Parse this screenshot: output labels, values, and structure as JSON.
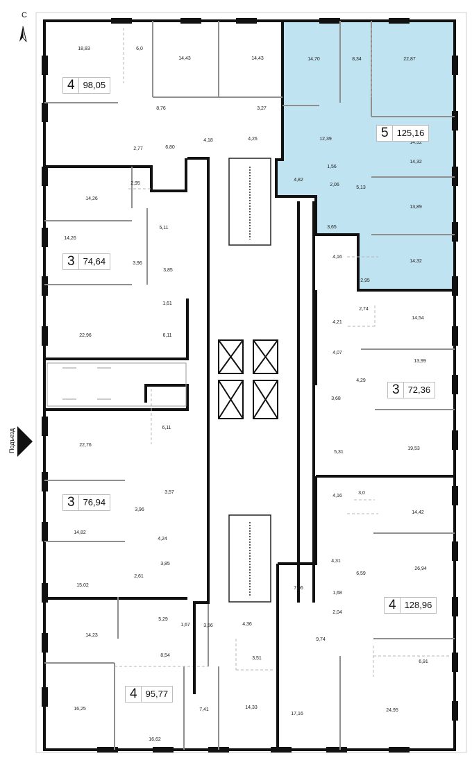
{
  "compass": {
    "letter": "С",
    "icon": "north-arrow-icon"
  },
  "entrance": {
    "label": "Подъезд",
    "icon": "entrance-arrow-icon"
  },
  "colors": {
    "highlight": "#c0e3f1",
    "wall": "#111111",
    "room_line": "#9a9a9a"
  },
  "apartments": [
    {
      "id": "apt-4-98",
      "rooms": "4",
      "area": "98,05",
      "highlighted": false
    },
    {
      "id": "apt-5-125",
      "rooms": "5",
      "area": "125,16",
      "highlighted": true
    },
    {
      "id": "apt-3-74",
      "rooms": "3",
      "area": "74,64",
      "highlighted": false
    },
    {
      "id": "apt-3-72",
      "rooms": "3",
      "area": "72,36",
      "highlighted": false
    },
    {
      "id": "apt-3-76",
      "rooms": "3",
      "area": "76,94",
      "highlighted": false
    },
    {
      "id": "apt-4-128",
      "rooms": "4",
      "area": "128,96",
      "highlighted": false
    },
    {
      "id": "apt-4-95",
      "rooms": "4",
      "area": "95,77",
      "highlighted": false
    }
  ],
  "room_areas": [
    "18,83",
    "6,0",
    "14,43",
    "14,43",
    "14,70",
    "8,34",
    "22,87",
    "8,76",
    "3,27",
    "12,39",
    "14,32",
    "2,77",
    "6,80",
    "4,18",
    "4,26",
    "1,56",
    "4,82",
    "2,06",
    "14,32",
    "2,95",
    "5,13",
    "14,26",
    "13,89",
    "5,11",
    "3,65",
    "14,26",
    "3,96",
    "3,85",
    "4,16",
    "14,32",
    "2,95",
    "1,61",
    "2,74",
    "22,96",
    "6,11",
    "4,21",
    "14,54",
    "4,07",
    "13,99",
    "4,29",
    "3,68",
    "6,11",
    "22,76",
    "5,31",
    "19,53",
    "4,16",
    "3,0",
    "3,57",
    "3,96",
    "14,42",
    "14,82",
    "4,24",
    "4,31",
    "6,59",
    "26,94",
    "3,85",
    "15,02",
    "2,61",
    "7,06",
    "1,68",
    "2,04",
    "14,23",
    "5,29",
    "1,67",
    "3,56",
    "4,36",
    "8,54",
    "3,51",
    "9,74",
    "6,91",
    "16,25",
    "7,41",
    "14,33",
    "17,16",
    "24,95",
    "16,62"
  ]
}
